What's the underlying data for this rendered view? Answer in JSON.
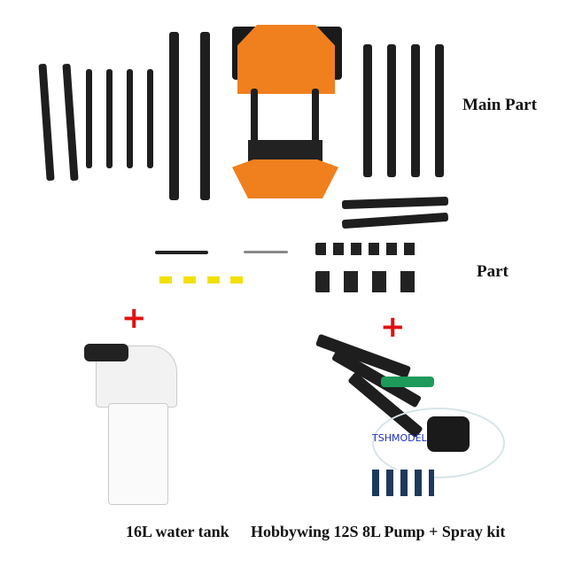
{
  "labels": {
    "main_part": "Main Part",
    "part": "Part",
    "water_tank": "16L water tank",
    "pump_kit": "Hobbywing 12S 8L Pump + Spray kit"
  },
  "plus_signs": [
    "+",
    "+"
  ],
  "watermark": "TSHMODEL",
  "colors": {
    "frame_orange": "#f0801e",
    "carbon": "#1e1e1e",
    "plus_red": "#e01010",
    "nozzle_green": "#1e9a5a"
  }
}
